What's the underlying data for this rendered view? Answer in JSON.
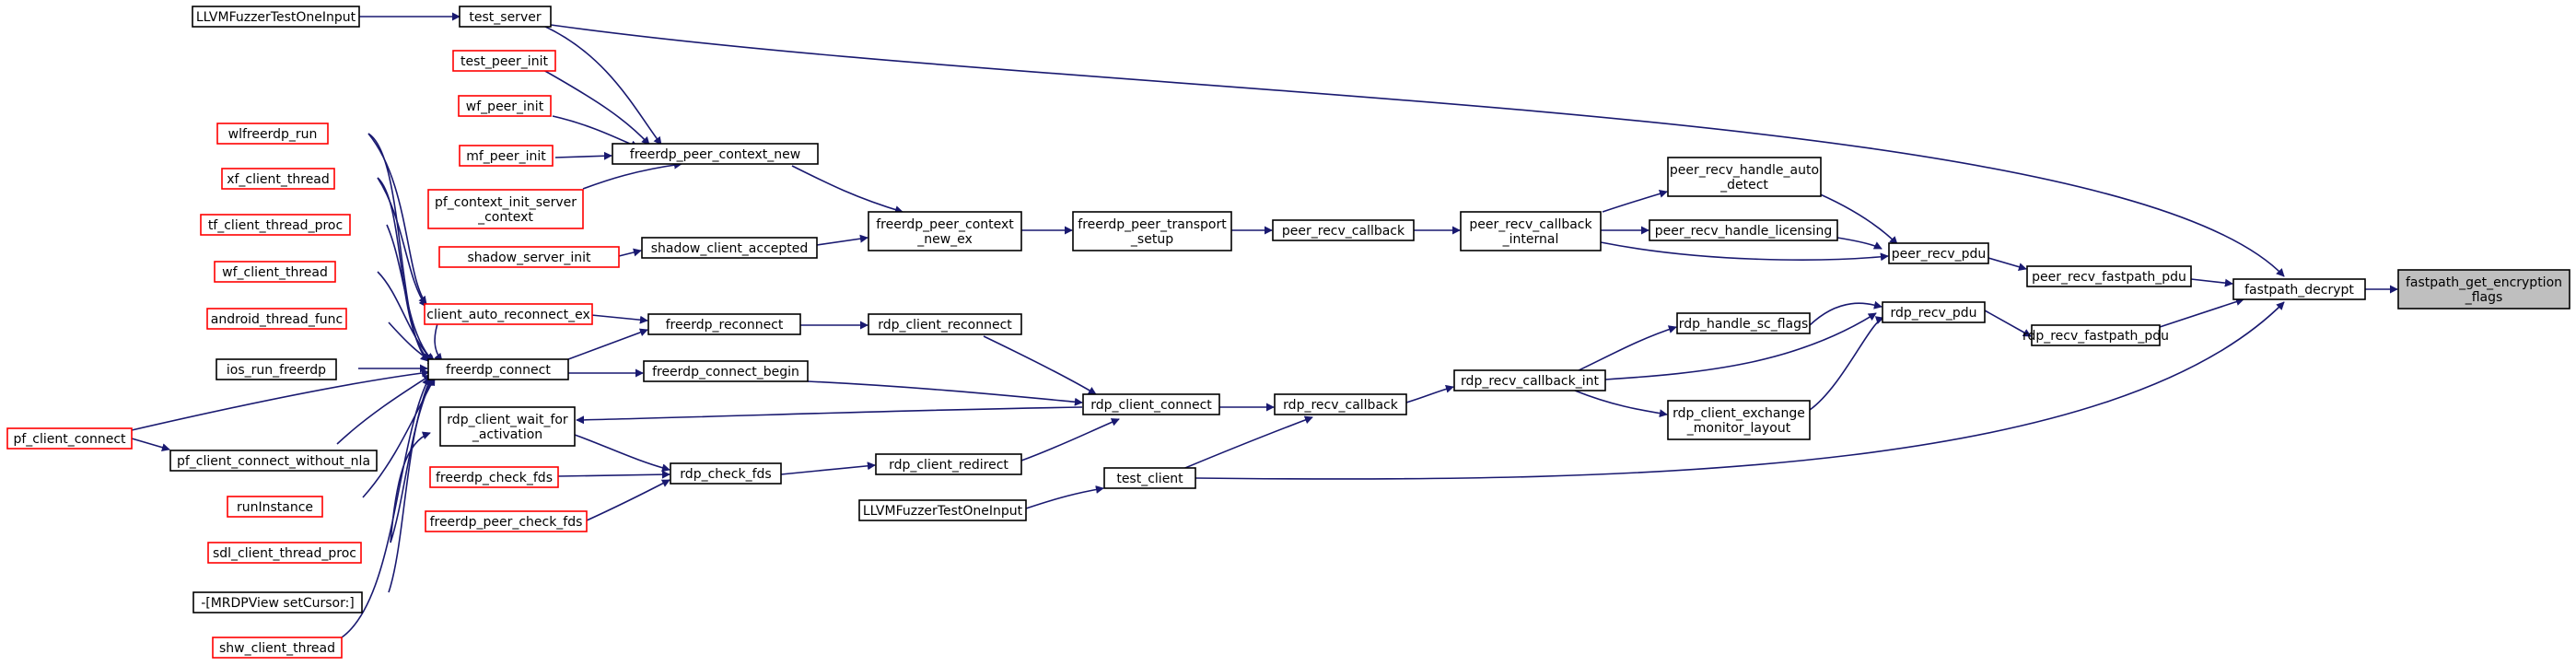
{
  "colors": {
    "edge": "#191970",
    "border_default": "#000000",
    "border_red": "#ff0000",
    "focus_fill": "#bfbfbf"
  },
  "nodes": [
    {
      "id": "fuzz1",
      "lines": [
        "LLVMFuzzerTestOneInput"
      ],
      "style": "default"
    },
    {
      "id": "test_server",
      "lines": [
        "test_server"
      ],
      "style": "default"
    },
    {
      "id": "test_peer_init",
      "lines": [
        "test_peer_init"
      ],
      "style": "red"
    },
    {
      "id": "wf_peer_init",
      "lines": [
        "wf_peer_init"
      ],
      "style": "red"
    },
    {
      "id": "mf_peer_init",
      "lines": [
        "mf_peer_init"
      ],
      "style": "red"
    },
    {
      "id": "pf_ctx_init",
      "lines": [
        "pf_context_init_server",
        "_context"
      ],
      "style": "red"
    },
    {
      "id": "shadow_server_init",
      "lines": [
        "shadow_server_init"
      ],
      "style": "red"
    },
    {
      "id": "peer_ctx_new",
      "lines": [
        "freerdp_peer_context_new"
      ],
      "style": "default"
    },
    {
      "id": "shadow_accepted",
      "lines": [
        "shadow_client_accepted"
      ],
      "style": "default"
    },
    {
      "id": "peer_ctx_new_ex",
      "lines": [
        "freerdp_peer_context",
        "_new_ex"
      ],
      "style": "default"
    },
    {
      "id": "peer_transport",
      "lines": [
        "freerdp_peer_transport",
        "_setup"
      ],
      "style": "default"
    },
    {
      "id": "peer_recv_cb",
      "lines": [
        "peer_recv_callback"
      ],
      "style": "default"
    },
    {
      "id": "peer_recv_cb_int",
      "lines": [
        "peer_recv_callback",
        "_internal"
      ],
      "style": "default"
    },
    {
      "id": "peer_auto_detect",
      "lines": [
        "peer_recv_handle_auto",
        "_detect"
      ],
      "style": "default"
    },
    {
      "id": "peer_licensing",
      "lines": [
        "peer_recv_handle_licensing"
      ],
      "style": "default"
    },
    {
      "id": "peer_recv_pdu",
      "lines": [
        "peer_recv_pdu"
      ],
      "style": "default"
    },
    {
      "id": "peer_fastpath_pdu",
      "lines": [
        "peer_recv_fastpath_pdu"
      ],
      "style": "default"
    },
    {
      "id": "fastpath_decrypt",
      "lines": [
        "fastpath_decrypt"
      ],
      "style": "default"
    },
    {
      "id": "focus",
      "lines": [
        "fastpath_get_encryption",
        "_flags"
      ],
      "style": "focus"
    },
    {
      "id": "wlfreerdp_run",
      "lines": [
        "wlfreerdp_run"
      ],
      "style": "red"
    },
    {
      "id": "xf_client_thread",
      "lines": [
        "xf_client_thread"
      ],
      "style": "red"
    },
    {
      "id": "tf_client_thread_proc",
      "lines": [
        "tf_client_thread_proc"
      ],
      "style": "red"
    },
    {
      "id": "wf_client_thread",
      "lines": [
        "wf_client_thread"
      ],
      "style": "red"
    },
    {
      "id": "android_thread_func",
      "lines": [
        "android_thread_func"
      ],
      "style": "red"
    },
    {
      "id": "ios_run_freerdp",
      "lines": [
        "ios_run_freerdp"
      ],
      "style": "default"
    },
    {
      "id": "pf_client_connect",
      "lines": [
        "pf_client_connect"
      ],
      "style": "red"
    },
    {
      "id": "pf_connect_wo_nla",
      "lines": [
        "pf_client_connect_without_nla"
      ],
      "style": "default"
    },
    {
      "id": "runInstance",
      "lines": [
        "runInstance"
      ],
      "style": "red"
    },
    {
      "id": "sdl_client_thread",
      "lines": [
        "sdl_client_thread_proc"
      ],
      "style": "red"
    },
    {
      "id": "mrdpview",
      "lines": [
        "-[MRDPView setCursor:]"
      ],
      "style": "default"
    },
    {
      "id": "shw_client_thread",
      "lines": [
        "shw_client_thread"
      ],
      "style": "red"
    },
    {
      "id": "auto_reconnect_ex",
      "lines": [
        "client_auto_reconnect_ex"
      ],
      "style": "red"
    },
    {
      "id": "freerdp_connect",
      "lines": [
        "freerdp_connect"
      ],
      "style": "default"
    },
    {
      "id": "freerdp_reconnect",
      "lines": [
        "freerdp_reconnect"
      ],
      "style": "default"
    },
    {
      "id": "connect_begin",
      "lines": [
        "freerdp_connect_begin"
      ],
      "style": "default"
    },
    {
      "id": "wait_activation",
      "lines": [
        "rdp_client_wait_for",
        "_activation"
      ],
      "style": "default"
    },
    {
      "id": "check_fds",
      "lines": [
        "freerdp_check_fds"
      ],
      "style": "red"
    },
    {
      "id": "peer_check_fds",
      "lines": [
        "freerdp_peer_check_fds"
      ],
      "style": "red"
    },
    {
      "id": "rdp_check_fds",
      "lines": [
        "rdp_check_fds"
      ],
      "style": "default"
    },
    {
      "id": "rdp_client_reconnect",
      "lines": [
        "rdp_client_reconnect"
      ],
      "style": "default"
    },
    {
      "id": "rdp_client_redirect",
      "lines": [
        "rdp_client_redirect"
      ],
      "style": "default"
    },
    {
      "id": "fuzz2",
      "lines": [
        "LLVMFuzzerTestOneInput"
      ],
      "style": "default"
    },
    {
      "id": "rdp_client_connect",
      "lines": [
        "rdp_client_connect"
      ],
      "style": "default"
    },
    {
      "id": "test_client",
      "lines": [
        "test_client"
      ],
      "style": "default"
    },
    {
      "id": "rdp_recv_cb",
      "lines": [
        "rdp_recv_callback"
      ],
      "style": "default"
    },
    {
      "id": "rdp_recv_cb_int",
      "lines": [
        "rdp_recv_callback_int"
      ],
      "style": "default"
    },
    {
      "id": "sc_flags",
      "lines": [
        "rdp_handle_sc_flags"
      ],
      "style": "default"
    },
    {
      "id": "monitor_layout",
      "lines": [
        "rdp_client_exchange",
        "_monitor_layout"
      ],
      "style": "default"
    },
    {
      "id": "rdp_recv_pdu",
      "lines": [
        "rdp_recv_pdu"
      ],
      "style": "default"
    },
    {
      "id": "rdp_fastpath_pdu",
      "lines": [
        "rdp_recv_fastpath_pdu"
      ],
      "style": "default"
    }
  ]
}
